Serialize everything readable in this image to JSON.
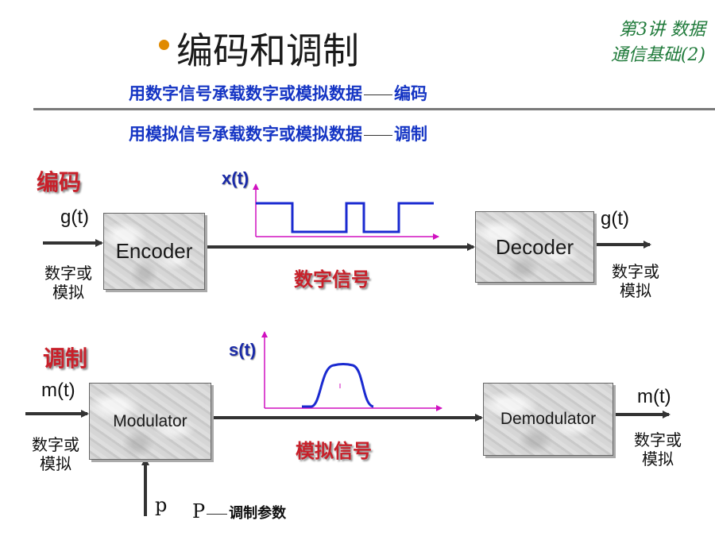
{
  "header": {
    "title": "编码和调制",
    "corner_line1": "第3讲 数据",
    "corner_line2": "通信基础(2)"
  },
  "sublines": {
    "line1_text": "用数字信号承载数字或模拟数据",
    "line1_term": "编码",
    "line2_text": "用模拟信号承载数字或模拟数据",
    "line2_term": "调制"
  },
  "encoding": {
    "section_label": "编码",
    "input_signal": "g(t)",
    "input_type": "数字或模拟",
    "encoder_label": "Encoder",
    "channel_signal": "数字信号",
    "decoder_label": "Decoder",
    "output_signal": "g(t)",
    "output_type": "数字或模拟",
    "waveform_label": "x(t)"
  },
  "modulation": {
    "section_label": "调制",
    "input_signal": "m(t)",
    "input_type": "数字或模拟",
    "modulator_label": "Modulator",
    "channel_signal": "模拟信号",
    "demodulator_label": "Demodulator",
    "output_signal": "m(t)",
    "output_type": "数字或模拟",
    "waveform_label": "s(t)",
    "parameter_input": "p",
    "parameter_note_symbol": "P",
    "parameter_note_text": "调制参数"
  },
  "colors": {
    "accent_red": "#c8202a",
    "subline_blue": "#1535c4",
    "waveform_blue": "#1a2ad0",
    "axis_magenta": "#d010c0",
    "corner_green": "#1f7a3a"
  }
}
